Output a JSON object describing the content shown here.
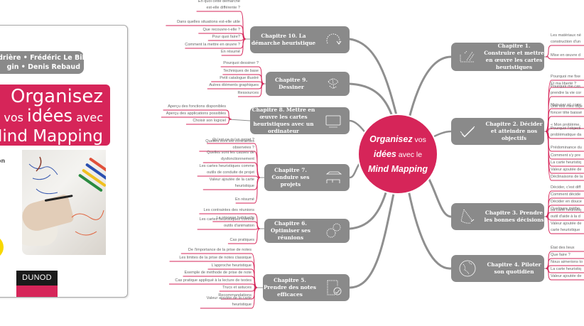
{
  "cover": {
    "authors_line1": "eladrière • Frédéric Le Bihan",
    "authors_line2": "gin • Denis Rebaud",
    "title_line1": "Organisez",
    "title_line2_pre": "vos",
    "title_line2_big": "idées",
    "title_line2_post": "avec",
    "title_line3": "Mind Mapping",
    "edition": "dition",
    "publisher": "DUNOD",
    "accent_color": "#d62559",
    "badge_color": "#f8d800"
  },
  "center": {
    "line1_bold": "Organisez",
    "line1_rest": " vos",
    "line2_bold": "idées",
    "line2_rest": " avec le",
    "line3_bold": "Mind Mapping"
  },
  "chapters": [
    {
      "id": "ch10",
      "label": "Chapitre 10. La démarche heuristique",
      "icon": "circular-arrow-icon",
      "subs": [
        "En quoi cette démarche\nest-elle différente ?",
        "Dans quelles situations est-elle utile",
        "Que recouvre-t-elle ?",
        "Pour quoi faire?",
        "Comment la mettre en œuvre ?",
        "En résumé"
      ]
    },
    {
      "id": "ch9",
      "label": "Chapitre 9. Dessiner",
      "icon": "doodle-icon",
      "subs": [
        "Pourquoi dessiner ?",
        "Techniques de base",
        "Petit catalogue illustré",
        "Autres éléments graphiques",
        "Ressources"
      ]
    },
    {
      "id": "ch8",
      "label": "Chapitre 8. Mettre en œuvre les cartes heuristiques avec un ordinateur",
      "icon": "laptop-icon",
      "subs": [
        "Aperçu des fonctions disponibles",
        "Aperçu des applications possibles",
        "Choisir son logiciel"
      ]
    },
    {
      "id": "ch7",
      "label": "Chapitre 7. Conduire ses projets",
      "icon": "timeline-icon",
      "subs": [
        "Qu'est-ce qu'un projet ?",
        "Quelles sont les contraintes\nobservées ?",
        "Quelles sont les causes de\ndysfonctionnement",
        "Les cartes heuristiques comme\noutils de conduite de projet",
        "Valeur ajoutée de la carte\nheuristique",
        "En résumé"
      ]
    },
    {
      "id": "ch6",
      "label": "Chapitre 6. Optimiser ses réunions",
      "icon": "gears-icon",
      "subs": [
        "Les contraintes des réunions",
        "La réponse habituelle",
        "Les cartes heuristiques comme\noutils d'animation",
        "Cas pratiques"
      ]
    },
    {
      "id": "ch5",
      "label": "Chapitre 5. Prendre des notes efficaces",
      "icon": "notepad-icon",
      "subs": [
        "De l'importance de la prise de notes",
        "Les limites de la prise de notes classique",
        "L'approche heuristique",
        "Exemple de méthode de prise de note",
        "Cas pratique appliqué à la lecture de textes",
        "Trucs et astuces",
        "Recommandations",
        "Valeur ajoutée de la carte\nheuristique"
      ]
    },
    {
      "id": "ch1",
      "label": "Chapitre 1. Construire et mettre en œuvre les cartes heuristiques",
      "icon": "pencil-draw-icon",
      "subs": [
        "Les matériaux né\nconstruction d'un",
        "Mise en œuvre d"
      ]
    },
    {
      "id": "ch2",
      "label": "Chapitre 2. Décider et atteindre nos objectifs",
      "icon": "checkmark-icon",
      "subs": [
        "Pourquoi me fixe",
        "Et ma liberté ?",
        "Pourquoi me cas\nprendre la vie cor",
        "Mais par où comr",
        "Une fois mes obje\nfoncer tête baissé",
        "« Mon problème,",
        "Pourquoi l'objecti\nproblématique da",
        "Prédominance du",
        "Comment s'y pre",
        "La carte heuristiq",
        "Valeur ajoutée de",
        "Déclinaisons de la"
      ]
    },
    {
      "id": "ch3",
      "label": "Chapitre 3. Prendre les bonnes décisions",
      "icon": "compass-icon",
      "subs": [
        "Décider, c'est diff",
        "Comment décide",
        "Décider en douce",
        "Quelques métho",
        "La carte heuristiq\noutil d'aide à la d",
        "Valeur ajoutée de\ncarte heuristique"
      ]
    },
    {
      "id": "ch4",
      "label": "Chapitre 4. Piloter son quotidien",
      "icon": "globe-icon",
      "subs": [
        "État des lieux",
        "Que faire ?",
        "Nous aimerions to",
        "La carte heuristiq",
        "Valeur ajoutée de"
      ]
    }
  ],
  "colors": {
    "node": "#8a8a8a",
    "branch": "#8f8f8f",
    "sub_line": "#d62559",
    "sub_text": "#666666"
  }
}
